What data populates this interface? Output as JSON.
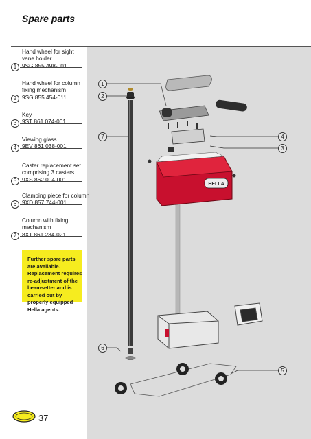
{
  "page": {
    "title": "Spare parts",
    "page_number": "37",
    "logo_text": "HELLA",
    "note": "Further spare parts are available. Replacement requires re-adjustment of the beamsetter and is carried out by properly equipped Hella agents."
  },
  "parts": [
    {
      "number": "1",
      "lines": [
        "Hand wheel for sight",
        "vane holder",
        "9SG 855 498-001"
      ]
    },
    {
      "number": "2",
      "lines": [
        "Hand wheel for column",
        "fixing mechanism",
        "9SG 855 454-011"
      ]
    },
    {
      "number": "3",
      "lines": [
        "Key",
        "9ST 861 074-001"
      ]
    },
    {
      "number": "4",
      "lines": [
        "Viewing glass",
        "9EV 861 038-001"
      ]
    },
    {
      "number": "5",
      "lines": [
        "Caster replacement set",
        "comprising 3 casters",
        "9XS 862 004-001"
      ]
    },
    {
      "number": "6",
      "lines": [
        "Clamping piece for column",
        "9XD 857 744-001"
      ]
    },
    {
      "number": "7",
      "lines": [
        "Column with fixing",
        "mechanism",
        "8XT 861 234-021"
      ]
    }
  ],
  "callouts": [
    "1",
    "2",
    "7",
    "4",
    "3",
    "6",
    "5"
  ],
  "colors": {
    "note_bg": "#f6ec1f",
    "housing_red": "#c8102e",
    "panel_gray": "#dcdcdc"
  }
}
